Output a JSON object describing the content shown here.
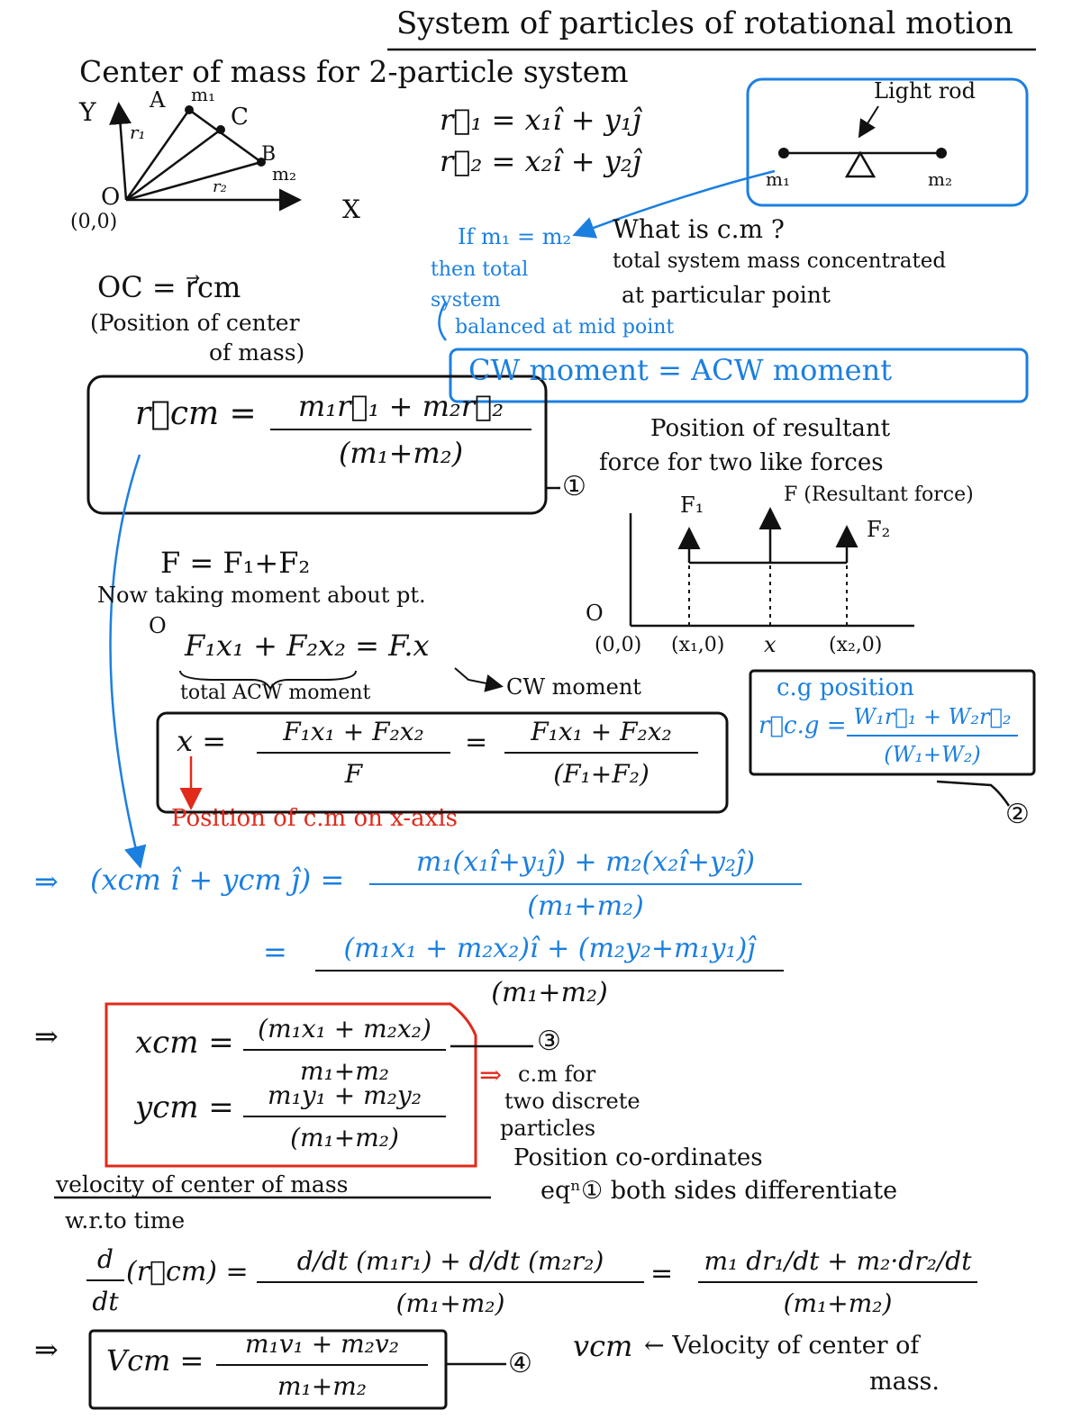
{
  "title": "System of particles of rotational motion",
  "com_heading": "Center of mass for 2-particle system",
  "diagram": {
    "y_axis": "Y",
    "x_axis": "X",
    "origin": "O",
    "origin_coord": "(0,0)",
    "point_a": "A",
    "point_b": "B",
    "point_c": "C",
    "m1": "m₁",
    "m2": "m₂",
    "r1": "r₁",
    "r2": "r₂"
  },
  "vectors": {
    "r1_eq": "r⃗₁ = x₁î + y₁ĵ",
    "r2_eq": "r⃗₂ = x₂î + y₂ĵ"
  },
  "rod_box": {
    "label": "Light rod",
    "m1": "m₁",
    "m2": "m₂"
  },
  "equal_mass_note": {
    "line1": "If m₁ = m₂",
    "line2": "then total",
    "line3": "system",
    "line4": "balanced at mid point"
  },
  "what_is_cm": {
    "line1": "What is c.m ?",
    "line2": "total system mass concentrated",
    "line3": "at particular point"
  },
  "moment_box": "CW moment = ACW moment",
  "oc_eq": "OC = r⃗cm",
  "oc_note": {
    "line1": "(Position of center",
    "line2": "of mass)"
  },
  "eq1": {
    "lhs": "r⃗cm =",
    "num": "m₁r⃗₁ + m₂r⃗₂",
    "den": "(m₁+m₂)",
    "tag": "①"
  },
  "resultant": {
    "line1": "Position of resultant",
    "line2": "force for two like forces",
    "f1": "F₁",
    "f": "F (Resultant force)",
    "f2": "F₂",
    "origin": "O",
    "c0": "(0,0)",
    "c1": "(x₁,0)",
    "cx": "x",
    "c2": "(x₂,0)"
  },
  "force_sum": "F = F₁+F₂",
  "moment_text": {
    "line1": "Now taking moment about pt.",
    "point": "O"
  },
  "moment_eq": "F₁x₁ + F₂x₂ = F.x",
  "total_acw": "total ACW moment",
  "cw_moment": "CW moment",
  "x_eq": {
    "lhs": "x =",
    "num1": "F₁x₁ + F₂x₂",
    "den1": "F",
    "eq": "=",
    "num2": "F₁x₁ + F₂x₂",
    "den2": "(F₁+F₂)"
  },
  "x_note": "Position of c.m on x-axis",
  "cg": {
    "title": "c.g position",
    "lhs": "r⃗c.g =",
    "num": "W₁r⃗₁ + W₂r⃗₂",
    "den": "(W₁+W₂)",
    "tag": "②"
  },
  "blue_eq": {
    "arrow": "⇒",
    "lhs": "(xcm î + ycm ĵ) =",
    "num1": "m₁(x₁î+y₁ĵ) + m₂(x₂î+y₂ĵ)",
    "den1": "(m₁+m₂)",
    "eq2": "=",
    "num2": "(m₁x₁ + m₂x₂)î + (m₂y₂+m₁y₁)ĵ",
    "den2": "(m₁+m₂)"
  },
  "eq3": {
    "arrow": "⇒",
    "xcm": "xcm =",
    "xnum": "(m₁x₁ + m₂x₂)",
    "xden": "m₁+m₂",
    "ycm": "ycm =",
    "ynum": "m₁y₁ + m₂y₂",
    "yden": "(m₁+m₂)",
    "tag": "③"
  },
  "discrete_note": {
    "arrow": "⇒",
    "line1": "c.m for",
    "line2": "two discrete",
    "line3": "particles",
    "line4": "Position co-ordinates"
  },
  "velocity_heading": {
    "line1": "velocity of center of mass",
    "line2": "w.r.to time"
  },
  "diff_note": "eqⁿ① both sides differentiate",
  "deriv_eq": {
    "lhs_num": "d",
    "lhs_den": "dt",
    "lhs_arg": "(r⃗cm) =",
    "mid": "d/dt (m₁r₁) + d/dt (m₂r₂)",
    "mid_den": "(m₁+m₂)",
    "eq": "=",
    "rhs": "m₁ dr₁/dt + m₂·dr₂/dt",
    "rhs_den": "(m₁+m₂)"
  },
  "eq4": {
    "arrow": "⇒",
    "lhs": "Vcm =",
    "num": "m₁v₁ + m₂v₂",
    "den": "m₁+m₂",
    "tag": "④"
  },
  "vcm_note": {
    "sym": "vcm",
    "line1": "← Velocity of center of",
    "line2": "mass."
  },
  "colors": {
    "ink": "#111111",
    "blue": "#1b7fe0",
    "red": "#e02a1a"
  }
}
